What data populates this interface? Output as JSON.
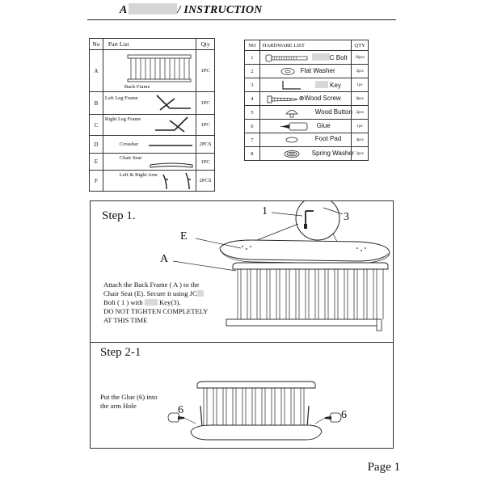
{
  "header": {
    "title_start": "A",
    "title_end": "/ INSTRUCTION"
  },
  "part_list": {
    "headers": {
      "no": "No",
      "name": "Part List",
      "qty": "Qty"
    },
    "rows": [
      {
        "no": "A",
        "name": "Back Frame",
        "qty": "1PC"
      },
      {
        "no": "B",
        "name": "Left Leg Frame",
        "qty": "1PC"
      },
      {
        "no": "C",
        "name": "Right Leg Frame",
        "qty": "1PC"
      },
      {
        "no": "D",
        "name": "Crossbar",
        "qty": "2PCS"
      },
      {
        "no": "E",
        "name": "Chair Seat",
        "qty": "1PC"
      },
      {
        "no": "F",
        "name": "Left & Right Arm",
        "qty": "2PCS"
      }
    ]
  },
  "hardware_list": {
    "headers": {
      "no": "NO",
      "name": "HARDWARE LIST",
      "qty": "QTY"
    },
    "rows": [
      {
        "no": "1",
        "name": "C Bolt",
        "qty": "10pcs"
      },
      {
        "no": "2",
        "name": "Flat Washer",
        "qty": "2pcs"
      },
      {
        "no": "3",
        "name": "Key",
        "qty": "1pc"
      },
      {
        "no": "4",
        "name": "Wood Screw",
        "qty": "8pcs"
      },
      {
        "no": "5",
        "name": "Wood Button",
        "qty": "2pcs"
      },
      {
        "no": "6",
        "name": "Glue",
        "qty": "1pc"
      },
      {
        "no": "7",
        "name": "Foot Pad",
        "qty": "4pcs"
      },
      {
        "no": "8",
        "name": "Spring Washer",
        "qty": "2pcs"
      }
    ]
  },
  "step1": {
    "label": "Step 1.",
    "callouts": {
      "one": "1",
      "three": "3",
      "e": "E",
      "a": "A"
    },
    "text": {
      "line1": "Attach the Back Frame ( A ) to the",
      "line2": "Chair Seat (E). Secure it using JC",
      "line3_a": "Bolt ( 1 ) with",
      "line3_b": "Key(3).",
      "line4": "DO NOT TIGHTEN COMPLETELY",
      "line5": "AT THIS TIME"
    }
  },
  "step2": {
    "label": "Step 2-1",
    "text": {
      "line1": "Put the Glue (6) into",
      "line2": "the arm Hole"
    },
    "callout_left": "6",
    "callout_right": "6"
  },
  "footer": {
    "page": "Page 1"
  }
}
